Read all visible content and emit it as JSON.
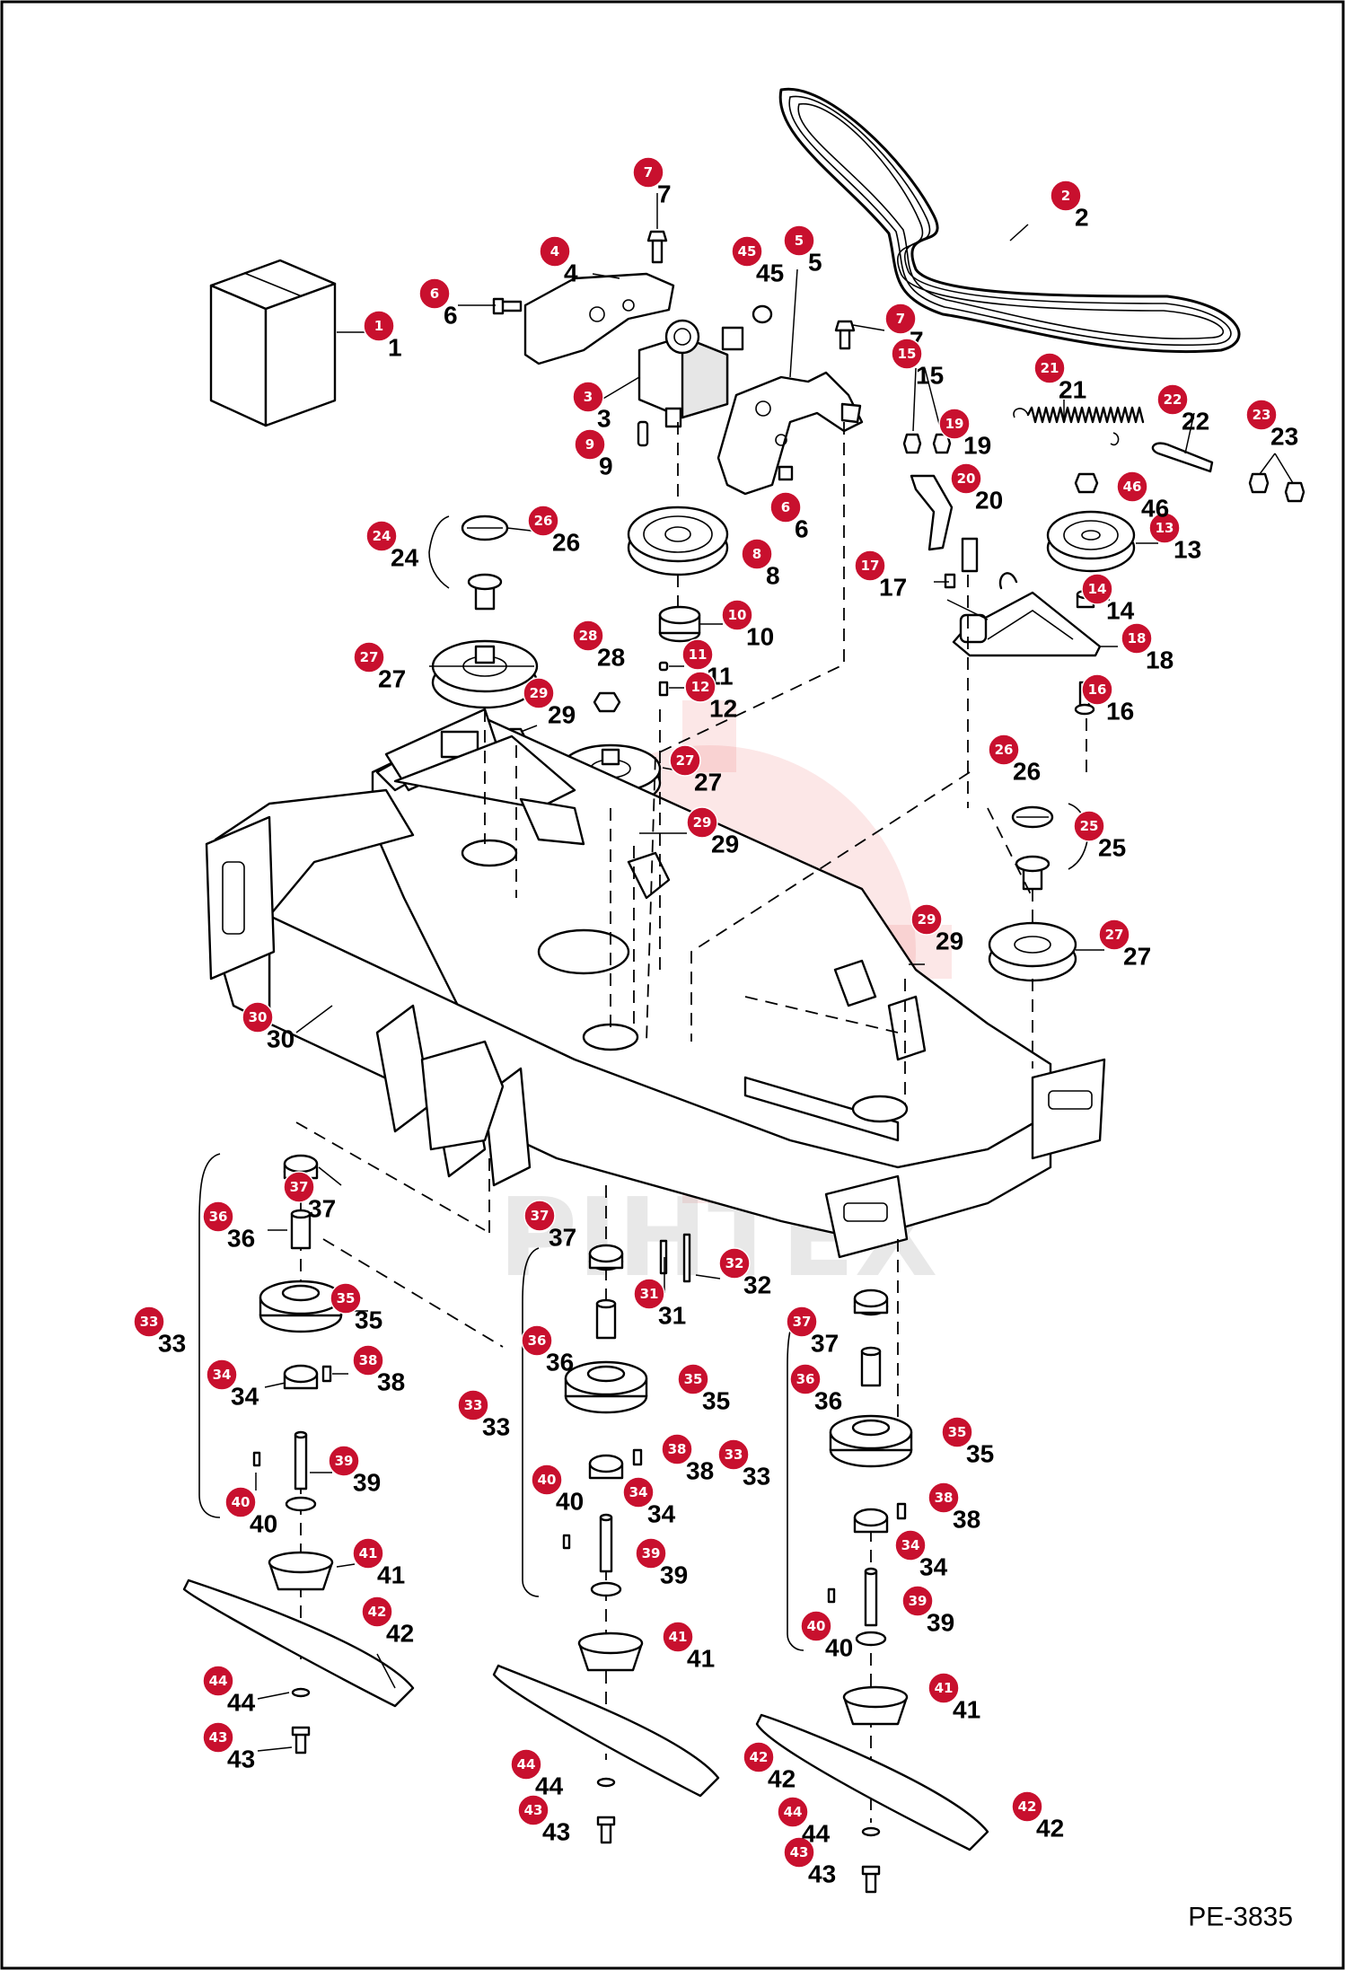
{
  "document_id": "PE-3835",
  "watermark_text": "PIHTEX",
  "colors": {
    "callout": "#c8102e",
    "line": "#000000",
    "watermark": "#e83a3a"
  },
  "callouts": [
    {
      "n": "1"
    },
    {
      "n": "2"
    },
    {
      "n": "3"
    },
    {
      "n": "4"
    },
    {
      "n": "5"
    },
    {
      "n": "6"
    },
    {
      "n": "6"
    },
    {
      "n": "7"
    },
    {
      "n": "7"
    },
    {
      "n": "8"
    },
    {
      "n": "9"
    },
    {
      "n": "10"
    },
    {
      "n": "11"
    },
    {
      "n": "12"
    },
    {
      "n": "13"
    },
    {
      "n": "14"
    },
    {
      "n": "15"
    },
    {
      "n": "16"
    },
    {
      "n": "17"
    },
    {
      "n": "18"
    },
    {
      "n": "19"
    },
    {
      "n": "20"
    },
    {
      "n": "21"
    },
    {
      "n": "22"
    },
    {
      "n": "23"
    },
    {
      "n": "24"
    },
    {
      "n": "25"
    },
    {
      "n": "26"
    },
    {
      "n": "26"
    },
    {
      "n": "27"
    },
    {
      "n": "27"
    },
    {
      "n": "27"
    },
    {
      "n": "28"
    },
    {
      "n": "29"
    },
    {
      "n": "29"
    },
    {
      "n": "29"
    },
    {
      "n": "30"
    },
    {
      "n": "31"
    },
    {
      "n": "32"
    },
    {
      "n": "33"
    },
    {
      "n": "33"
    },
    {
      "n": "33"
    },
    {
      "n": "34"
    },
    {
      "n": "34"
    },
    {
      "n": "34"
    },
    {
      "n": "35"
    },
    {
      "n": "35"
    },
    {
      "n": "35"
    },
    {
      "n": "36"
    },
    {
      "n": "36"
    },
    {
      "n": "36"
    },
    {
      "n": "37"
    },
    {
      "n": "37"
    },
    {
      "n": "37"
    },
    {
      "n": "38"
    },
    {
      "n": "38"
    },
    {
      "n": "38"
    },
    {
      "n": "39"
    },
    {
      "n": "39"
    },
    {
      "n": "39"
    },
    {
      "n": "40"
    },
    {
      "n": "40"
    },
    {
      "n": "40"
    },
    {
      "n": "41"
    },
    {
      "n": "41"
    },
    {
      "n": "41"
    },
    {
      "n": "42"
    },
    {
      "n": "42"
    },
    {
      "n": "42"
    },
    {
      "n": "43"
    },
    {
      "n": "43"
    },
    {
      "n": "43"
    },
    {
      "n": "44"
    },
    {
      "n": "44"
    },
    {
      "n": "44"
    },
    {
      "n": "45"
    },
    {
      "n": "46"
    }
  ]
}
